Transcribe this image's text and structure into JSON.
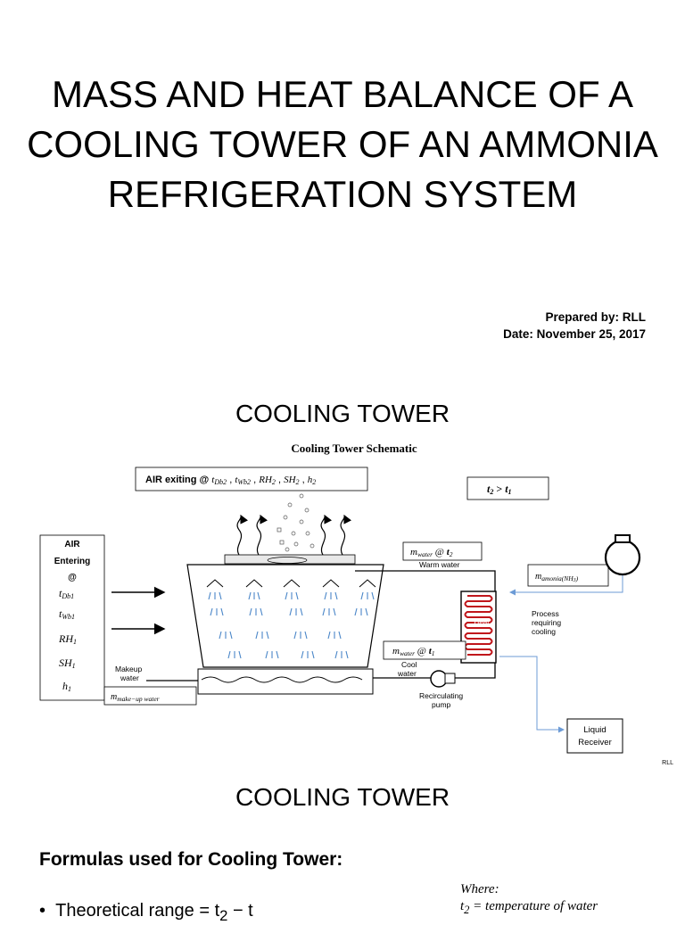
{
  "title_slide": {
    "title": "MASS AND HEAT BALANCE OF A COOLING TOWER OF AN AMMONIA REFRIGERATION SYSTEM",
    "prepared_by": "Prepared by: RLL",
    "date": "Date: November 25, 2017"
  },
  "schematic_slide": {
    "heading": "COOLING TOWER",
    "schematic_title": "Cooling Tower Schematic",
    "air_exiting": {
      "prefix": "AIR exiting @",
      "parts": [
        {
          "sym": "t",
          "sub": "Db2",
          "sep": " , "
        },
        {
          "sym": "t",
          "sub": "Wb2",
          "sep": " ,"
        },
        {
          "sym": "RH",
          "sub": "2",
          "sep": " , "
        },
        {
          "sym": "SH",
          "sub": "2",
          "sep": " , "
        },
        {
          "sym": "h",
          "sub": "2",
          "sep": ""
        }
      ]
    },
    "air_entering": {
      "line1": "AIR",
      "line2": "Entering",
      "line3": "@",
      "props": [
        {
          "sym": "t",
          "sub": "Db1"
        },
        {
          "sym": "t",
          "sub": "Wb1"
        },
        {
          "sym": "RH",
          "sub": "1"
        },
        {
          "sym": "SH",
          "sub": "1"
        },
        {
          "sym": "h",
          "sub": "1"
        }
      ]
    },
    "temp_relation": {
      "a": "t",
      "a_sub": "2",
      "op": " > ",
      "b": "t",
      "b_sub": "1"
    },
    "m_water_warm": {
      "m": "m",
      "sub": "water",
      "at": " @ ",
      "t": "t",
      "t_sub": "2"
    },
    "warm_water_label": "Warm water",
    "m_water_cool": {
      "m": "m",
      "sub": "water",
      "at": " @ ",
      "t": "t",
      "t_sub": "1"
    },
    "cool_water_label": [
      "Cool",
      "water"
    ],
    "m_ammonia": {
      "m": "m",
      "sub": "amonia(NH",
      "sub2": "3",
      "sub3": ")"
    },
    "heat_label": "Heat",
    "process_label": [
      "Process",
      "requiring",
      "cooling"
    ],
    "makeup_label": [
      "Makeup",
      "water"
    ],
    "m_makeup": {
      "m": "m",
      "sub": "make−up water"
    },
    "pump_label": [
      "Recirculating",
      "pump"
    ],
    "receiver_label": [
      "Liquid",
      "Receiver"
    ],
    "watermark": "RLL",
    "colors": {
      "heat_coil": "#c0161b",
      "spray": "#4a86c8",
      "ammonia_line": "#6c9bd6"
    }
  },
  "formulas_slide": {
    "heading": "COOLING TOWER",
    "subheading": "Formulas used for Cooling Tower:",
    "bullet_text": "Theoretical range = t",
    "bullet_sub": "2",
    "bullet_mid": " − t",
    "where": "Where:",
    "where_def_sym": "t",
    "where_def_sub": "2",
    "where_def_text": " = temperature of water"
  }
}
